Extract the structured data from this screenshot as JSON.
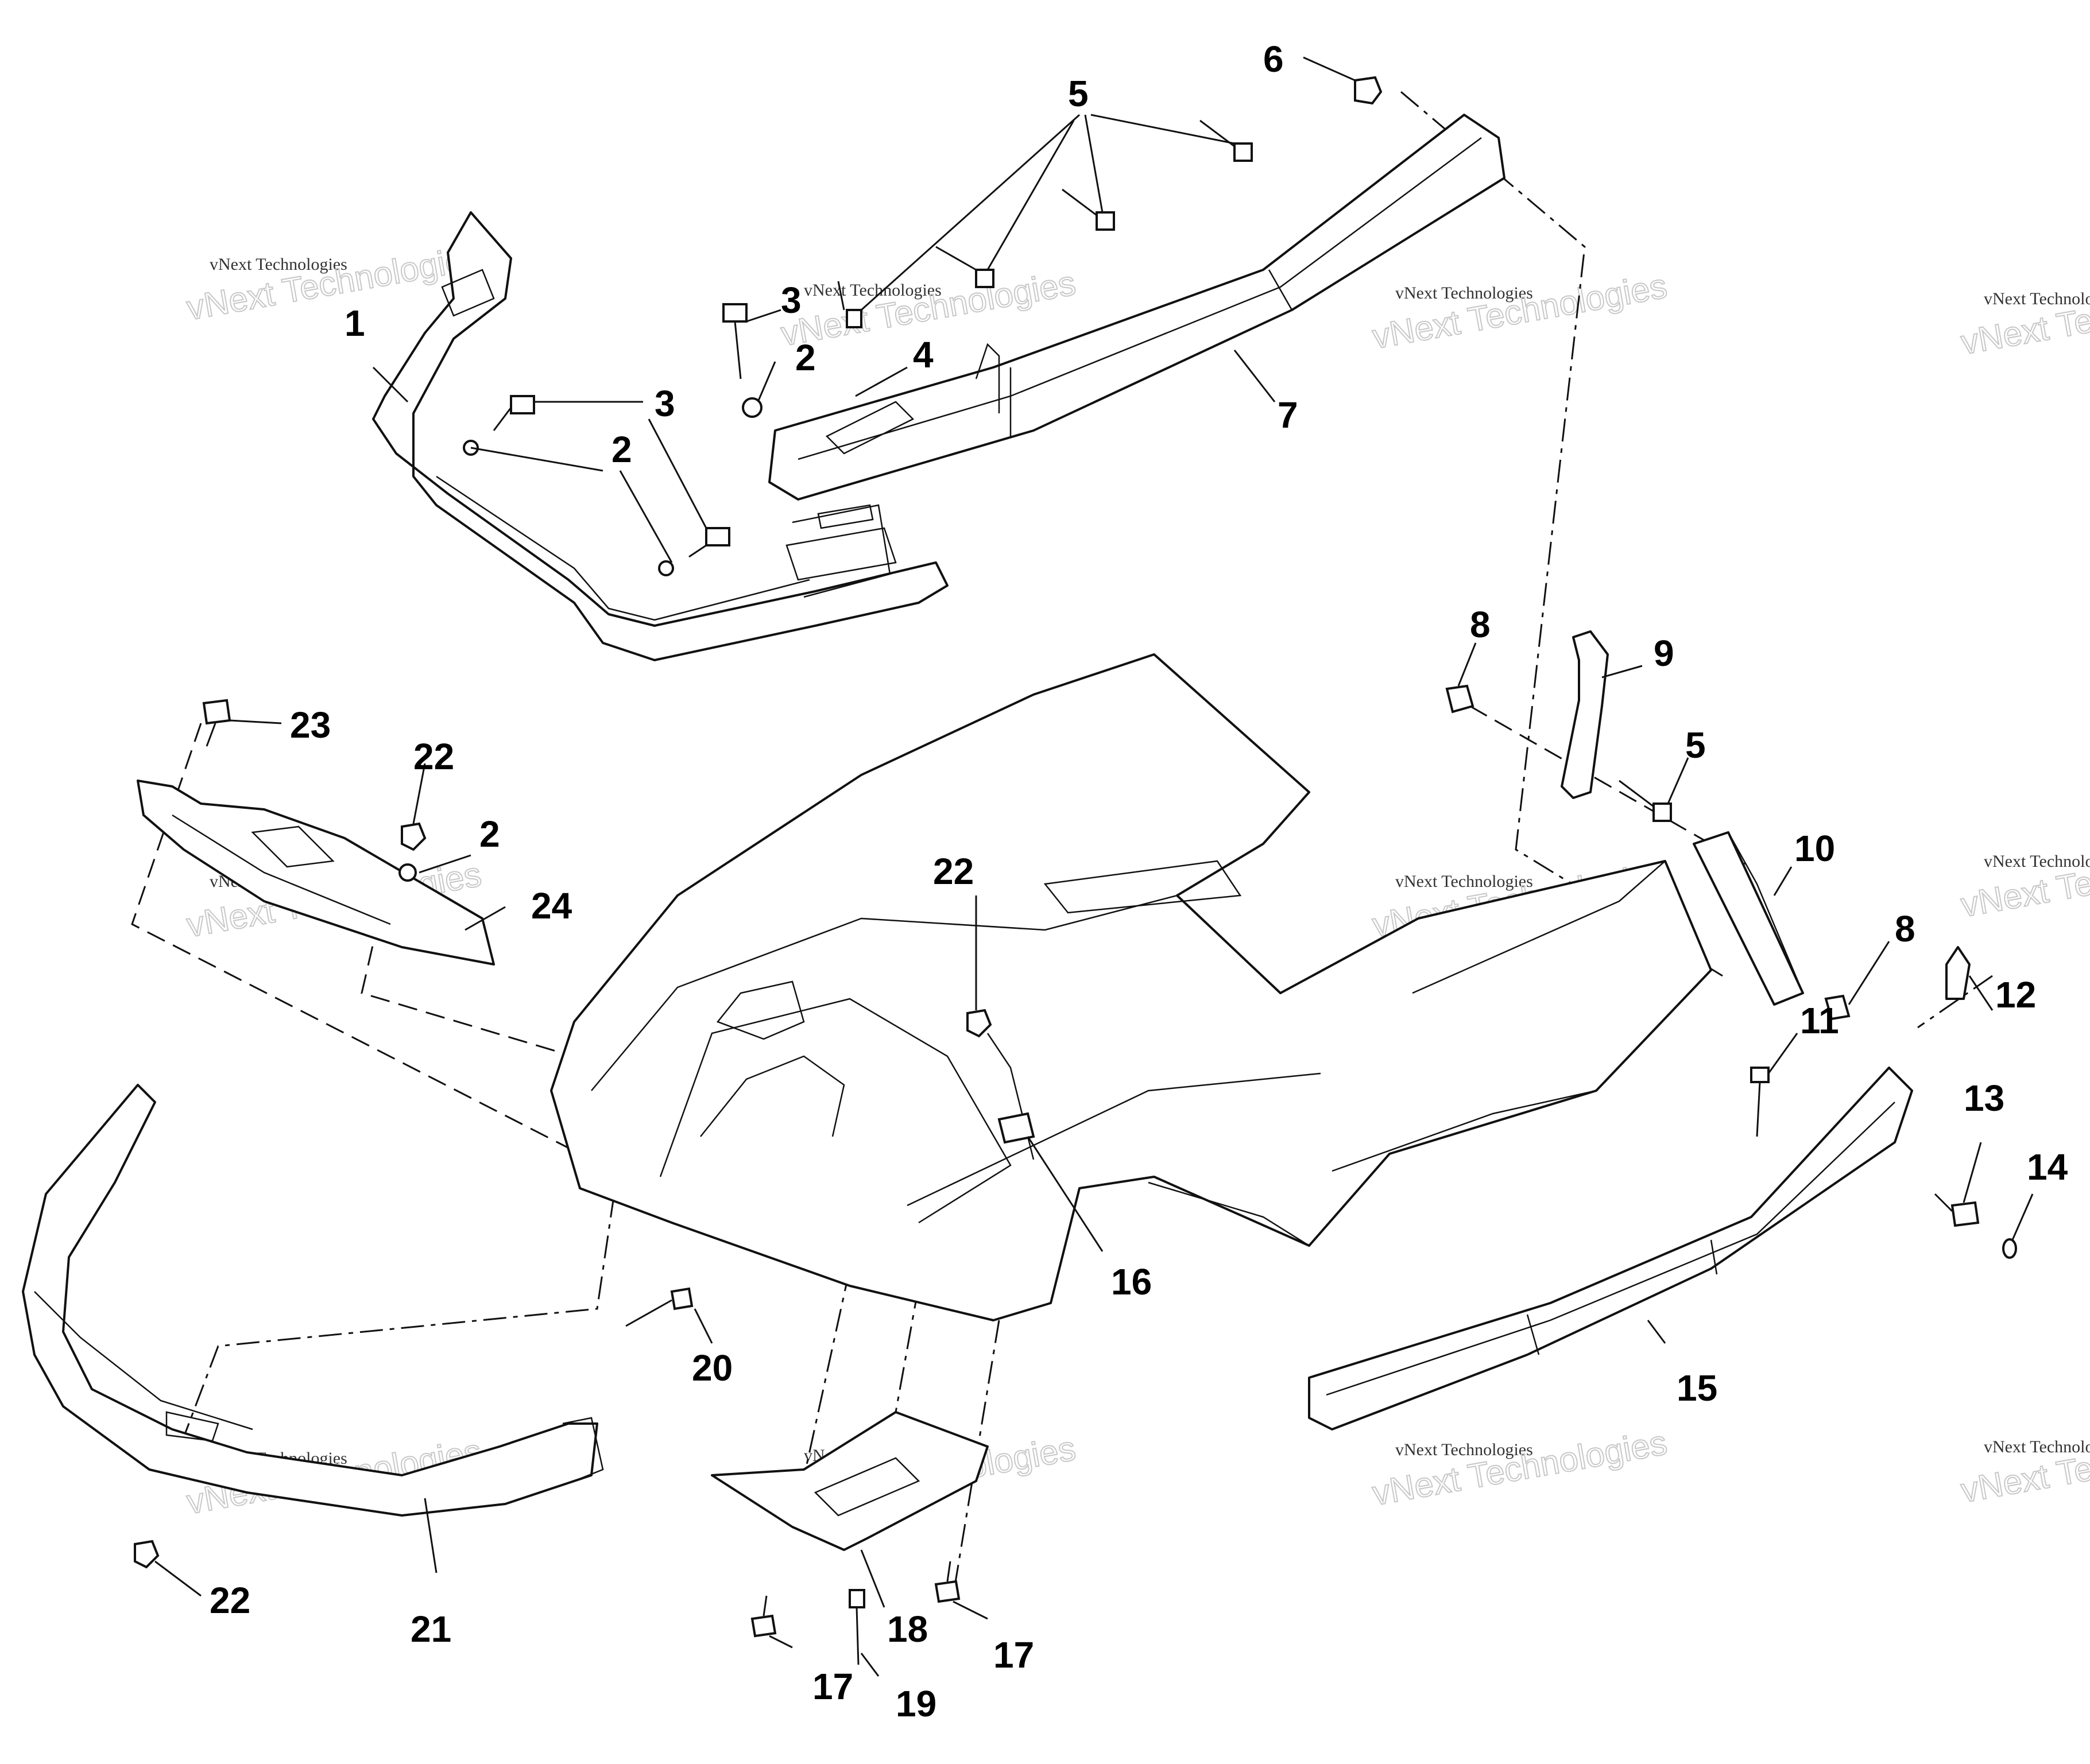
{
  "diagram": {
    "callouts": [
      {
        "id": "c1",
        "label": "1"
      },
      {
        "id": "c2a",
        "label": "2"
      },
      {
        "id": "c2b",
        "label": "2"
      },
      {
        "id": "c2c",
        "label": "2"
      },
      {
        "id": "c3a",
        "label": "3"
      },
      {
        "id": "c3b",
        "label": "3"
      },
      {
        "id": "c4",
        "label": "4"
      },
      {
        "id": "c5a",
        "label": "5"
      },
      {
        "id": "c5b",
        "label": "5"
      },
      {
        "id": "c6",
        "label": "6"
      },
      {
        "id": "c7",
        "label": "7"
      },
      {
        "id": "c8a",
        "label": "8"
      },
      {
        "id": "c8b",
        "label": "8"
      },
      {
        "id": "c9",
        "label": "9"
      },
      {
        "id": "c10",
        "label": "10"
      },
      {
        "id": "c11",
        "label": "11"
      },
      {
        "id": "c12",
        "label": "12"
      },
      {
        "id": "c13",
        "label": "13"
      },
      {
        "id": "c14",
        "label": "14"
      },
      {
        "id": "c15",
        "label": "15"
      },
      {
        "id": "c16",
        "label": "16"
      },
      {
        "id": "c17a",
        "label": "17"
      },
      {
        "id": "c17b",
        "label": "17"
      },
      {
        "id": "c18",
        "label": "18"
      },
      {
        "id": "c19",
        "label": "19"
      },
      {
        "id": "c20",
        "label": "20"
      },
      {
        "id": "c21",
        "label": "21"
      },
      {
        "id": "c22a",
        "label": "22"
      },
      {
        "id": "c22b",
        "label": "22"
      },
      {
        "id": "c22c",
        "label": "22"
      },
      {
        "id": "c23",
        "label": "23"
      },
      {
        "id": "c24",
        "label": "24"
      }
    ],
    "watermark": {
      "small_text": "vNext Technologies",
      "big_text": "vNext Technologies"
    }
  }
}
